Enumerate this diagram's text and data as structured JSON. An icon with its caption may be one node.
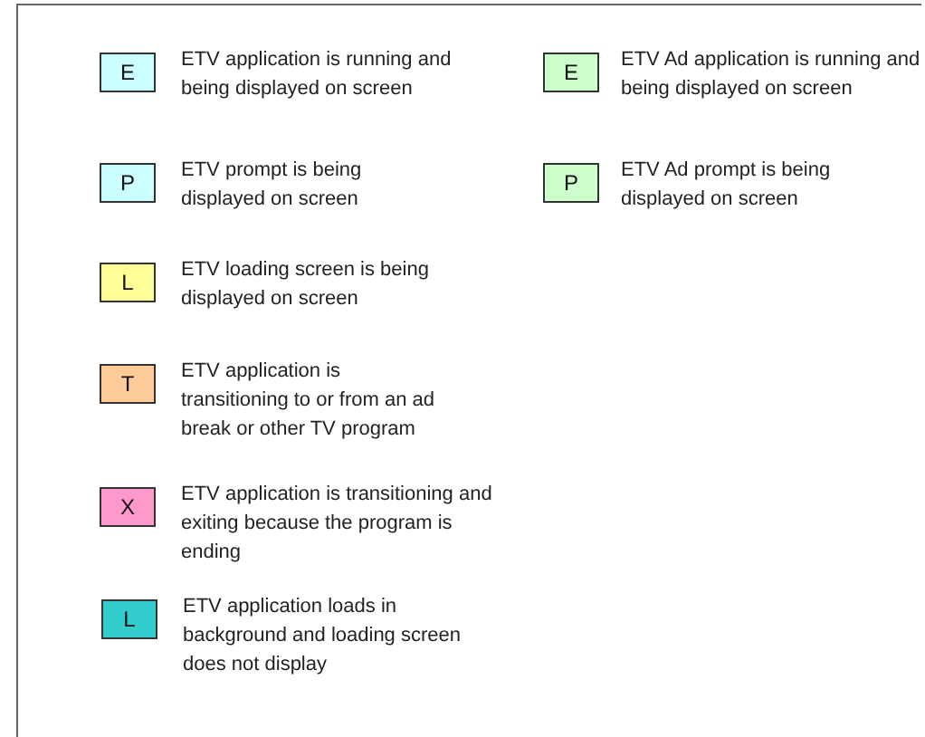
{
  "diagram": {
    "nodes": [
      {
        "text": [
          "E"
        ],
        "beside": [
          "ETV application is running and being displayed on screen"
        ]
      },
      {
        "text": [
          "E"
        ],
        "beside": [
          "ETV Ad application is running and being displayed on screen"
        ]
      },
      {
        "text": [
          "P"
        ],
        "beside": [
          "ETV prompt is being displayed on screen"
        ]
      },
      {
        "text": [
          "P"
        ],
        "beside": [
          "ETV Ad prompt is being displayed on screen"
        ]
      },
      {
        "text": [
          "L"
        ],
        "beside": [
          "ETV loading screen is being displayed on screen"
        ]
      },
      {
        "text": [
          "T"
        ],
        "beside": [
          "ETV application is transitioning to or from an ad break or other TV program"
        ]
      },
      {
        "text": [
          "X"
        ],
        "beside": [
          "ETV application is transitioning and exiting because the program is ending"
        ]
      },
      {
        "text": [
          "L"
        ],
        "beside": [
          "ETV application loads in background and loading screen does not display"
        ]
      }
    ]
  }
}
